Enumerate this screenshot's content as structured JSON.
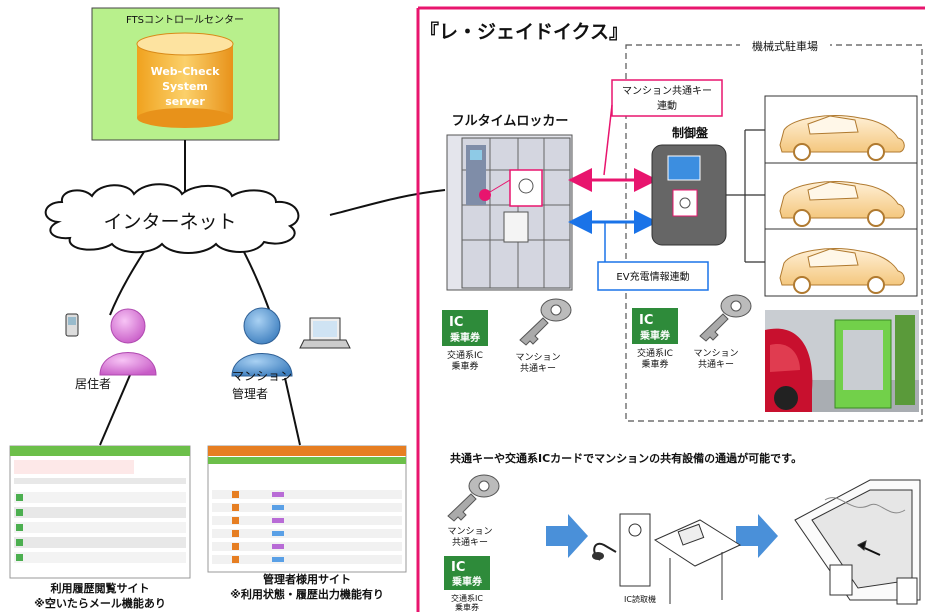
{
  "control_center": {
    "title": "FTSコントロールセンター",
    "server_lines": [
      "Web-Check",
      "System",
      "server"
    ]
  },
  "internet_label": "インターネット",
  "resident_label": "居住者",
  "manager_label_lines": [
    "マンション",
    "管理者"
  ],
  "resident_site_lines": [
    "利用履歴閲覧サイト",
    "※空いたらメール機能あり"
  ],
  "manager_site_lines": [
    "管理者様用サイト",
    "※利用状態・履歴出力機能有り"
  ],
  "right_title": "『レ・ジェイドイクス』",
  "parking_label": "機械式駐車場",
  "locker_label": "フルタイムロッカー",
  "controller_label": "制御盤",
  "key_link_lines": [
    "マンション共通キー",
    "連動"
  ],
  "ev_link_label": "EV充電情報連動",
  "ic_badge": {
    "top": "IC",
    "bottom": "乗車券"
  },
  "card_caption_lines": [
    "交通系IC",
    "乗車券"
  ],
  "key_caption_lines": [
    "マンション",
    "共通キー"
  ],
  "bottom_caption": "共通キーや交通系ICカードでマンションの共有設備の通過が可能です。",
  "reader_caption": "IC読取機",
  "colors": {
    "pink": "#e8156e",
    "blue": "#1a73e8",
    "server": "#f5a623",
    "green_box": "#b8f08c",
    "ic_green": "#2e8b3a"
  }
}
